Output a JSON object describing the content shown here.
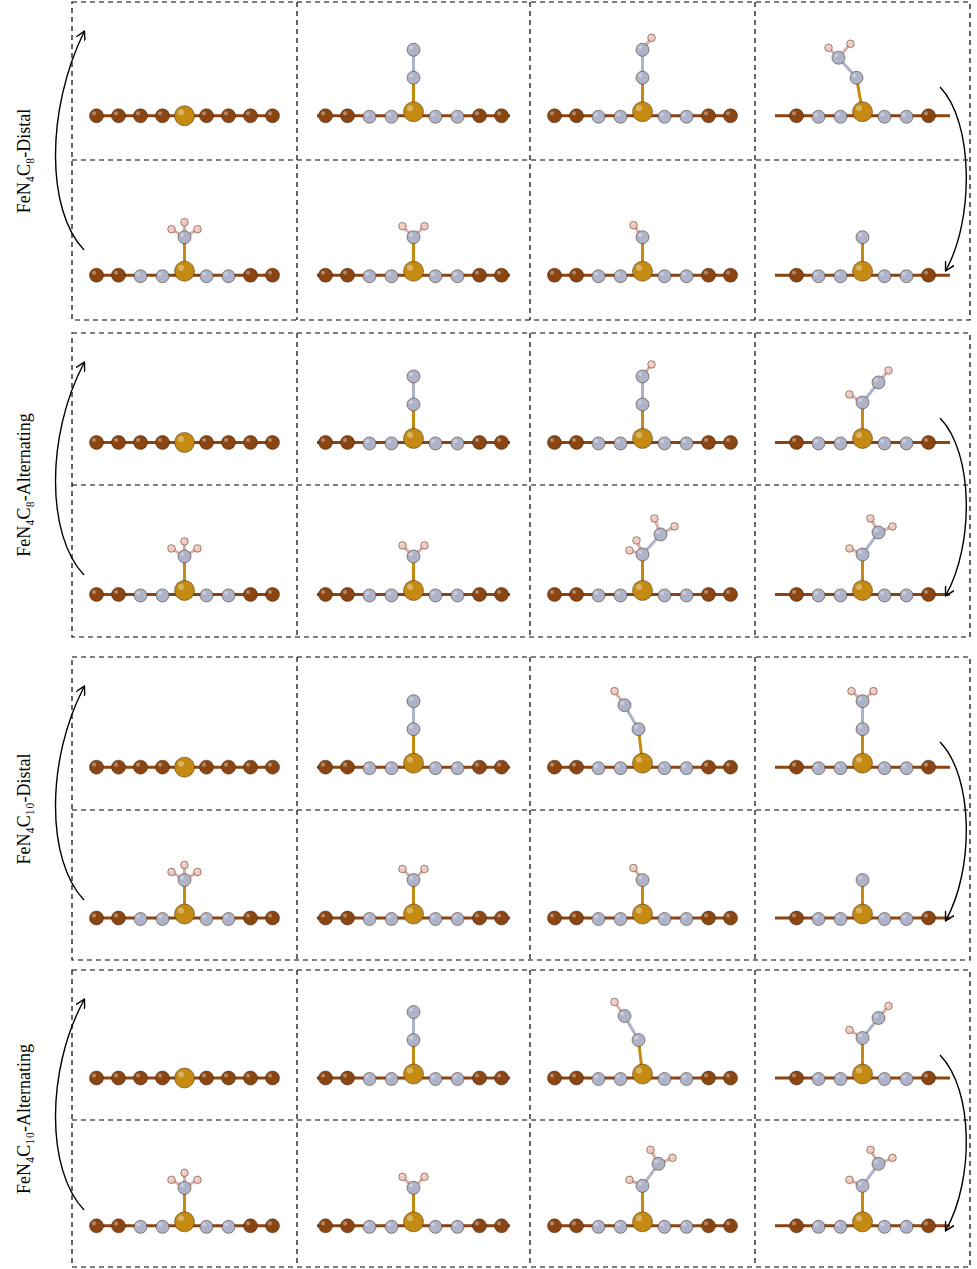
{
  "diagram": {
    "labels": [
      "FeN₄C₈-Distal",
      "FeN₄C₈-Alternating",
      "FeN₄C₁₀-Distal",
      "FeN₄C₁₀-Alternating"
    ]
  }
}
